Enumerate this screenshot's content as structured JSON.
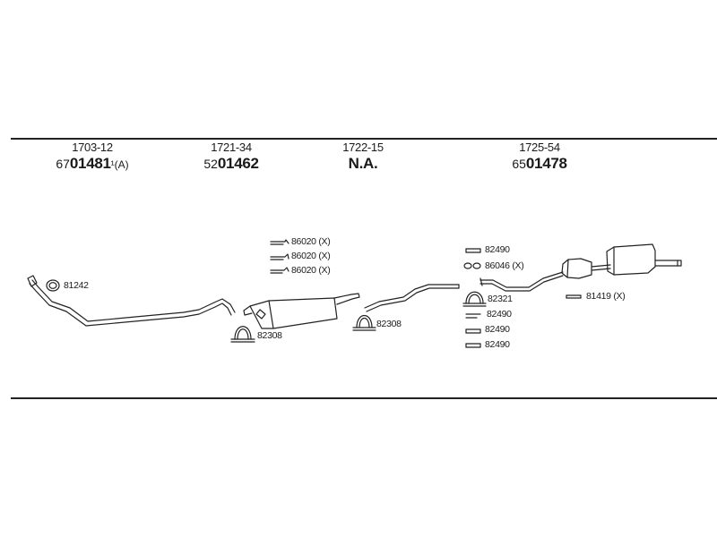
{
  "groups": [
    {
      "code": "1703-12",
      "prefix": "67",
      "part": "01481",
      "suffix": "¹(A)"
    },
    {
      "code": "1721-34",
      "prefix": "52",
      "part": "01462",
      "suffix": ""
    },
    {
      "code": "1722-15",
      "prefix": "",
      "part": "N.A.",
      "suffix": ""
    },
    {
      "code": "1725-54",
      "prefix": "65",
      "part": "01478",
      "suffix": ""
    }
  ],
  "labels": {
    "ring_81242": "81242",
    "clamp_82308_a": "82308",
    "clamp_82308_b": "82308",
    "hanger_86020_a": "86020 (X)",
    "hanger_86020_b": "86020 (X)",
    "hanger_86020_c": "86020 (X)",
    "bolt_82490_a": "82490",
    "ring_86046": "86046 (X)",
    "clamp_82321": "82321",
    "bolt_82490_b": "82490",
    "bolt_82490_c": "82490",
    "bolt_82490_d": "82490",
    "strip_81419": "81419 (X)"
  }
}
